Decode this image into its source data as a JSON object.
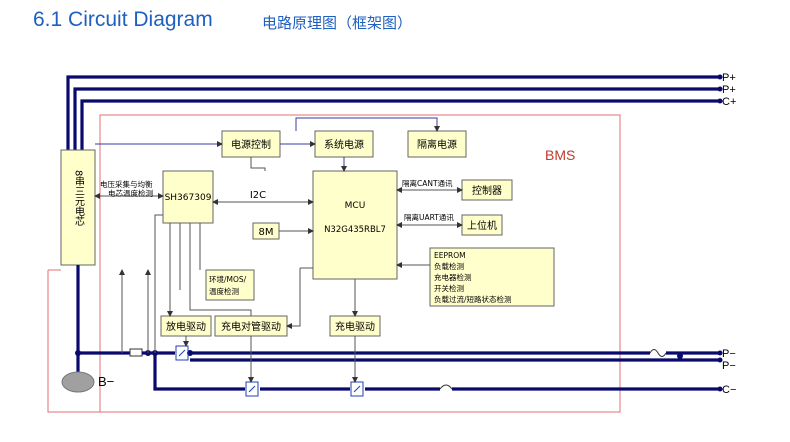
{
  "header": {
    "title": "6.1 Circuit Diagram",
    "subtitle": "电路原理图（框架图）"
  },
  "frame_label": "BMS",
  "blocks": {
    "battery_pack": "8串三元电芯",
    "afe": "SH367309",
    "mcu_title": "MCU",
    "mcu_chip": "N32G435RBL7",
    "power_control": "电源控制",
    "system_power": "系统电源",
    "isolated_power": "隔离电源",
    "controller": "控制器",
    "host": "上位机",
    "crystal": "8M",
    "env_sense": [
      "环境/MOS/",
      "温度检测"
    ],
    "discharge_driver": "放电驱动",
    "charge_back_driver": "充电对管驱动",
    "charge_driver": "充电驱动",
    "eeprom": [
      "EEPROM",
      "负载检测",
      "充电器检测",
      "开关检测",
      "负载过流/短路状态检测"
    ]
  },
  "links": {
    "i2c": "I2C",
    "can": "隔离CANT通讯",
    "uart": "隔离UART通讯",
    "afe_sense": [
      "电压采集与均衡",
      "电芯温度检测"
    ]
  },
  "terminals": {
    "p_plus_1": "P+",
    "p_plus_2": "P+",
    "c_plus": "C+",
    "p_minus_1": "P−",
    "p_minus_2": "P−",
    "c_minus": "C−",
    "b_minus": "B−"
  }
}
